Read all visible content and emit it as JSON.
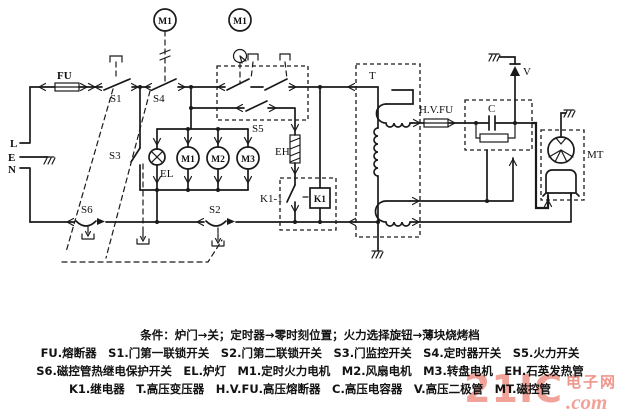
{
  "diagram": {
    "labels": {
      "l": "L",
      "e": "E",
      "n": "N",
      "fu": "FU",
      "s1": "S1",
      "s2": "S2",
      "s3": "S3",
      "s4": "S4",
      "s5": "S5",
      "s6": "S6",
      "el": "EL",
      "m1": "M1",
      "m2": "M2",
      "m3": "M3",
      "eh": "EH",
      "k1": "K1",
      "k1_1": "K1-1",
      "t": "T",
      "hvfu": "H.V.FU",
      "c": "C",
      "v": "V",
      "mt": "MT"
    }
  },
  "caption": {
    "line1": "条件：炉门→关；定时器→零时刻位置；火力选择旋钮→薄块烧烤档",
    "line2": "FU.熔断器　S1.门第一联锁开关　S2.门第二联锁开关　S3.门监控开关　S4.定时器开关　S5.火力开关",
    "line3": "S6.磁控管热继电保护开关　EL.炉灯　M1.定时火力电机　M2.风扇电机　M3.转盘电机　EH.石英发热管",
    "line4": "K1.继电器　T.高压变压器　H.V.FU.高压熔断器　C.高压电容器　V.高压二极管　MT.磁控管"
  },
  "watermark": {
    "big": "21IC",
    "cn": "电子网",
    "com": ".com"
  }
}
